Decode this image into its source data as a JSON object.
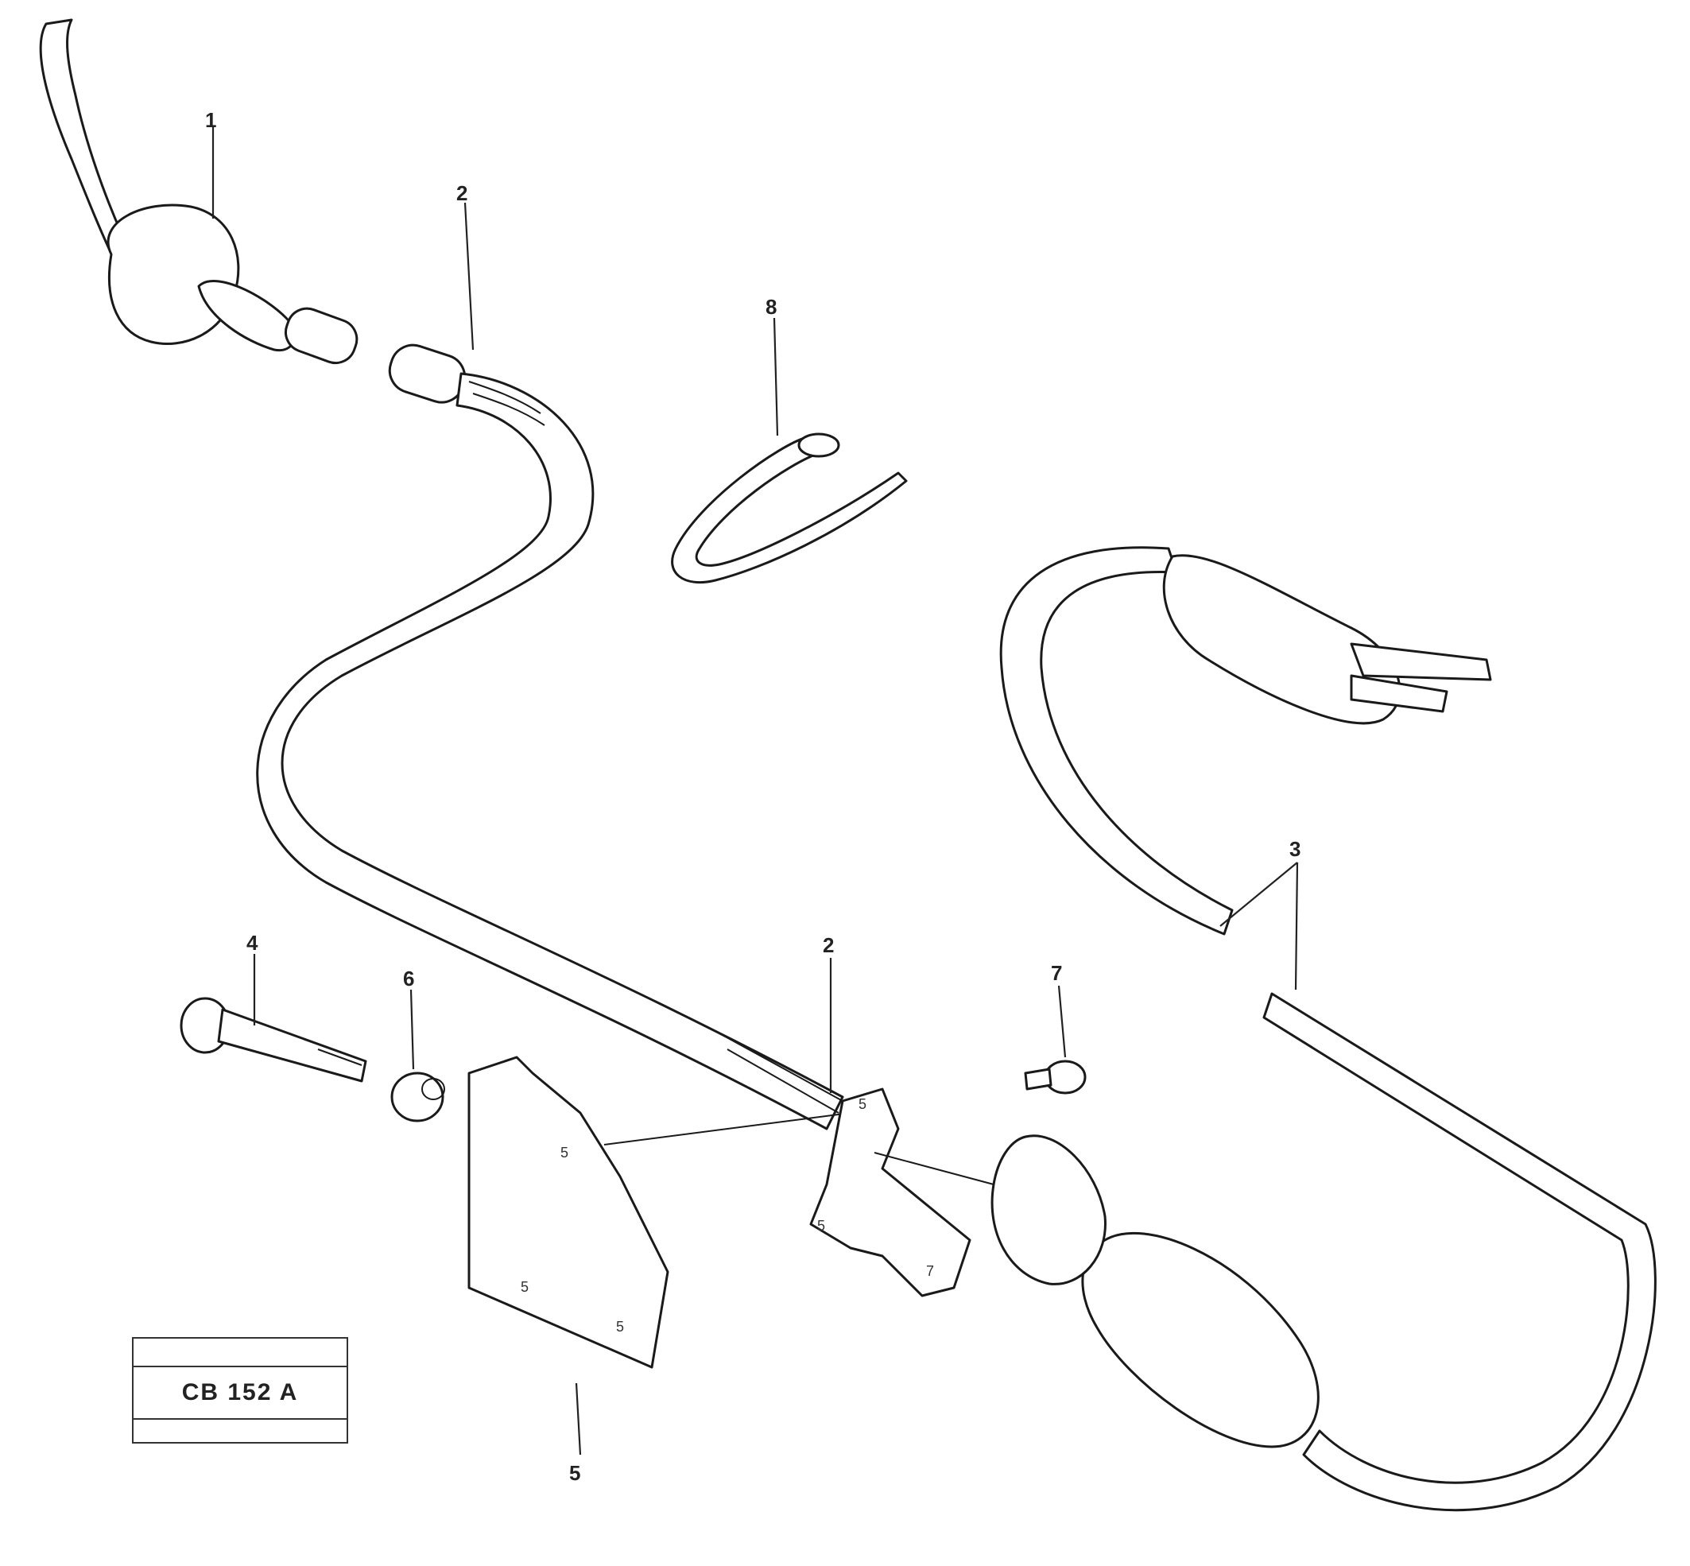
{
  "diagram": {
    "callouts": {
      "c1": "1",
      "c2a": "2",
      "c2b": "2",
      "c3": "3",
      "c4": "4",
      "c5": "5",
      "c6": "6",
      "c7": "7",
      "c8": "8"
    },
    "reference_box": {
      "top": "",
      "code": "CB 152 A",
      "bottom": ""
    }
  }
}
